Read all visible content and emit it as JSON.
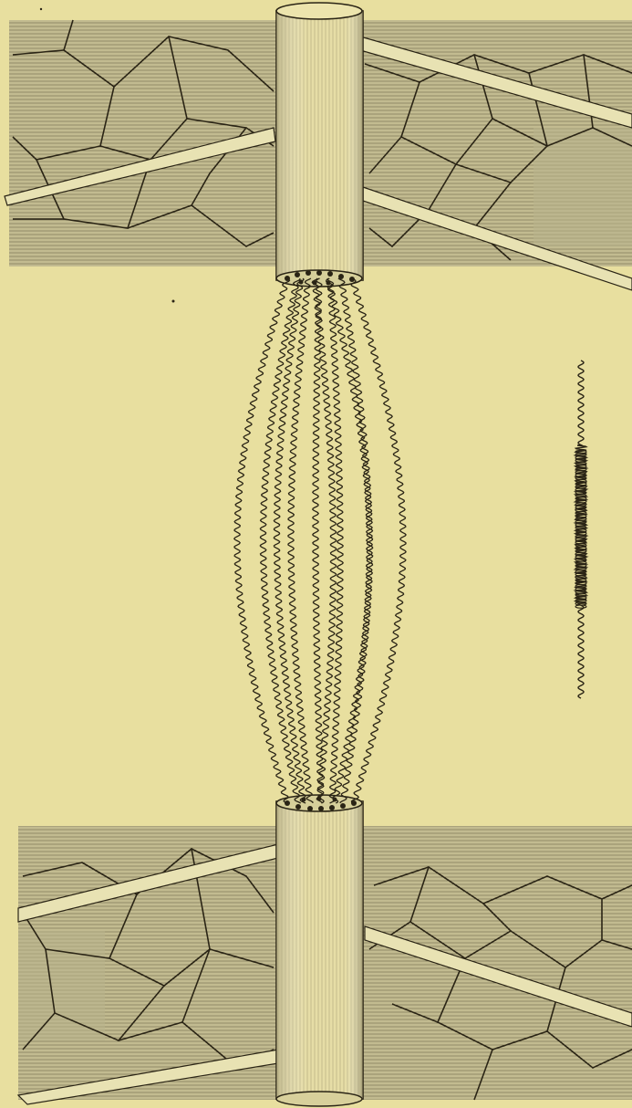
{
  "image": {
    "kind": "engraved plate illustration",
    "colors": {
      "paper": "#e8df9f",
      "ink": "#2a2415",
      "hatch": "#6f6a4e",
      "band": "#cfc99a",
      "column": "#e4dca2"
    },
    "parts": [
      "upper-tissue-band",
      "lower-tissue-band",
      "upper-column",
      "lower-column",
      "spiral-filaments",
      "isolated-spiral-detail"
    ]
  }
}
